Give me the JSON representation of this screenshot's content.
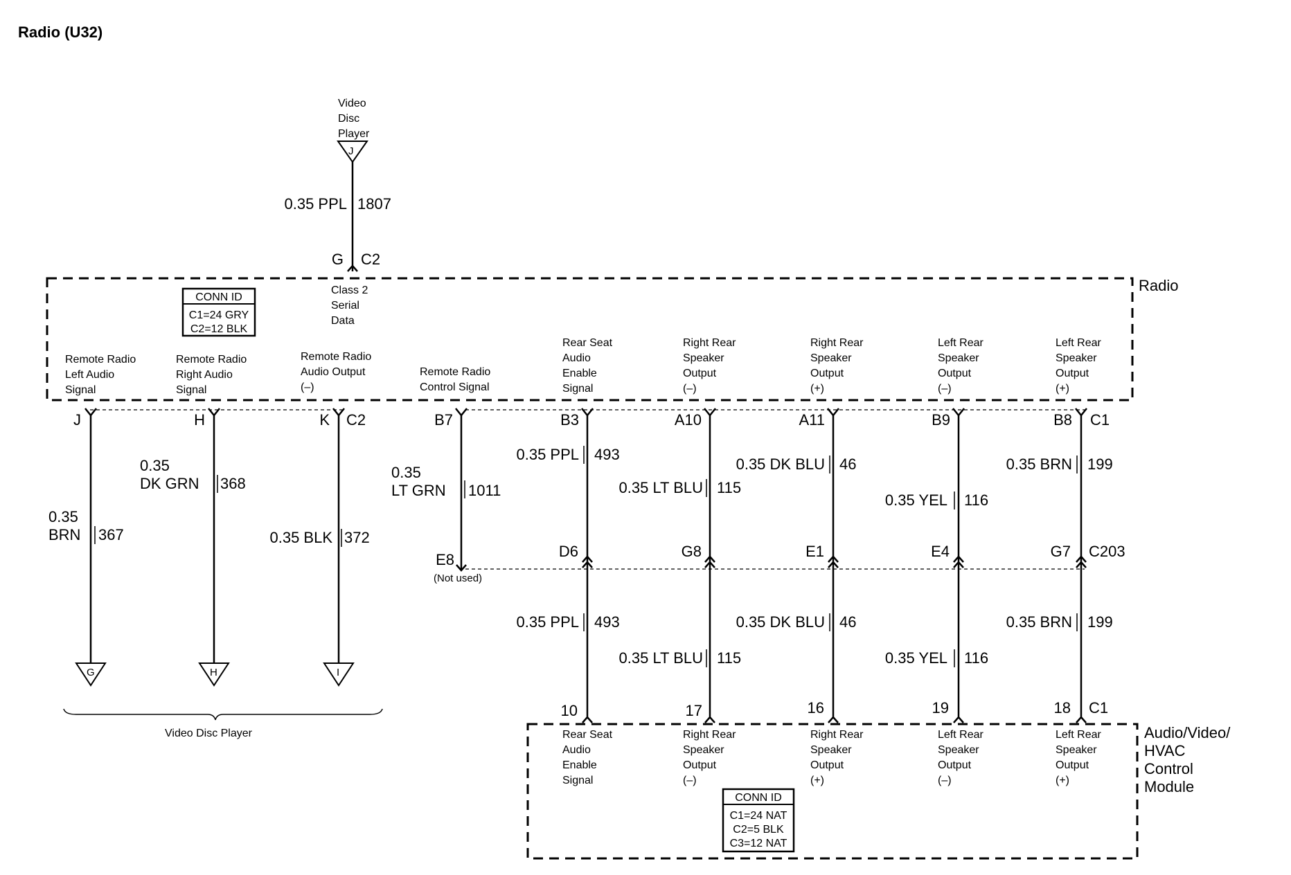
{
  "title": "Radio (U32)",
  "video_disc_player_label": [
    "Video",
    "Disc",
    "Player"
  ],
  "vdp_top_pin": "J",
  "top_wire": {
    "gauge_color": "0.35 PPL",
    "circuit": "1807"
  },
  "top_conn": {
    "pin": "G",
    "conn": "C2"
  },
  "class2_label": [
    "Class 2",
    "Serial",
    "Data"
  ],
  "radio_label": "Radio",
  "radio_conn_id": {
    "title": "CONN ID",
    "lines": [
      "C1=24 GRY",
      "C2=12 BLK"
    ]
  },
  "radio_signals": [
    [
      "Remote Radio",
      "Left Audio",
      "Signal"
    ],
    [
      "Remote Radio",
      "Right Audio",
      "Signal"
    ],
    [
      "Remote Radio",
      "Audio Output",
      "(–)"
    ],
    [
      "Remote Radio",
      "Control Signal"
    ],
    [
      "Rear Seat",
      "Audio",
      "Enable",
      "Signal"
    ],
    [
      "Right Rear",
      "Speaker",
      "Output",
      "(–)"
    ],
    [
      "Right Rear",
      "Speaker",
      "Output",
      "(+)"
    ],
    [
      "Left Rear",
      "Speaker",
      "Output",
      "(–)"
    ],
    [
      "Left Rear",
      "Speaker",
      "Output",
      "(+)"
    ]
  ],
  "radio_pins": [
    "J",
    "H",
    "K",
    "B7",
    "B3",
    "A10",
    "A11",
    "B9",
    "B8"
  ],
  "radio_conn_c2": "C2",
  "radio_conn_c1": "C1",
  "left_wires": [
    {
      "gauge": "0.35",
      "color": "BRN",
      "circuit": "367",
      "vdp_pin": "G"
    },
    {
      "gauge": "0.35",
      "color": "DK GRN",
      "circuit": "368",
      "vdp_pin": "H"
    },
    {
      "gauge_color": "0.35 BLK",
      "circuit": "372",
      "vdp_pin": "I"
    }
  ],
  "ltgrn_wire": {
    "gauge": "0.35",
    "color": "LT GRN",
    "circuit": "1011"
  },
  "not_used_pin": "E8",
  "not_used_label": "(Not used)",
  "upper_wires": [
    {
      "gauge_color": "0.35 PPL",
      "circuit": "493"
    },
    {
      "gauge_color": "0.35 LT BLU",
      "circuit": "115"
    },
    {
      "gauge_color": "0.35 DK BLU",
      "circuit": "46"
    },
    {
      "gauge_color": "0.35 YEL",
      "circuit": "116"
    },
    {
      "gauge_color": "0.35 BRN",
      "circuit": "199"
    }
  ],
  "c203_pins": [
    "D6",
    "G8",
    "E1",
    "E4",
    "G7"
  ],
  "c203_label": "C203",
  "lower_wires": [
    {
      "gauge_color": "0.35 PPL",
      "circuit": "493"
    },
    {
      "gauge_color": "0.35 LT BLU",
      "circuit": "115"
    },
    {
      "gauge_color": "0.35 DK BLU",
      "circuit": "46"
    },
    {
      "gauge_color": "0.35 YEL",
      "circuit": "116"
    },
    {
      "gauge_color": "0.35 BRN",
      "circuit": "199"
    }
  ],
  "avhvac_pins": [
    "10",
    "17",
    "16",
    "19",
    "18"
  ],
  "avhvac_conn": "C1",
  "avhvac_signals": [
    [
      "Rear Seat",
      "Audio",
      "Enable",
      "Signal"
    ],
    [
      "Right Rear",
      "Speaker",
      "Output",
      "(–)"
    ],
    [
      "Right Rear",
      "Speaker",
      "Output",
      "(+)"
    ],
    [
      "Left Rear",
      "Speaker",
      "Output",
      "(–)"
    ],
    [
      "Left Rear",
      "Speaker",
      "Output",
      "(+)"
    ]
  ],
  "avhvac_label": [
    "Audio/Video/",
    "HVAC",
    "Control",
    "Module"
  ],
  "avhvac_conn_id": {
    "title": "CONN ID",
    "lines": [
      "C1=24 NAT",
      "C2=5 BLK",
      "C3=12 NAT"
    ]
  },
  "video_disc_player_bottom": "Video Disc Player"
}
